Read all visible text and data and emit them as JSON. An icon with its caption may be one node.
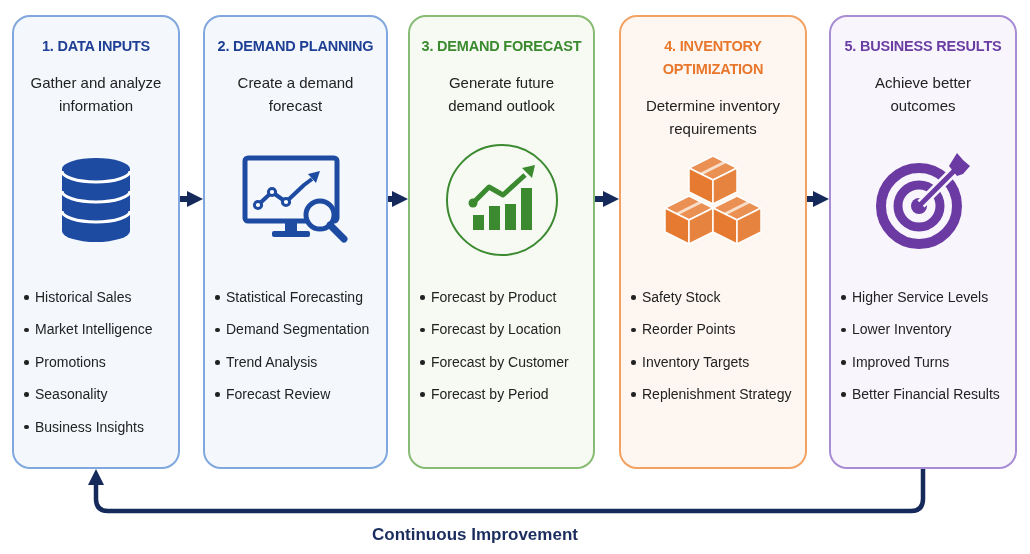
{
  "diagram": {
    "nodes": [
      {
        "text": [
          "1. DATA INPUTS",
          "Gather and analyze information",
          "Historical Sales",
          "Market Intelligence",
          "Promotions",
          "Seasonality",
          "Business Insights"
        ]
      },
      {
        "text": [
          "2. DEMAND PLANNING",
          "Create a demand forecast",
          "Statistical Forecasting",
          "Demand Segmentation",
          "Trend Analysis",
          "Forecast Review"
        ]
      },
      {
        "text": [
          "3. DEMAND FORECAST",
          "Generate future demand outlook",
          "Forecast by Product",
          "Forecast by Location",
          "Forecast by Customer",
          "Forecast by Period"
        ]
      },
      {
        "text": [
          "4. INVENTORY OPTIMIZATION",
          "Determine inventory requirements",
          "Safety Stock",
          "Reorder Points",
          "Inventory Targets",
          "Replenishment Strategy"
        ]
      },
      {
        "text": [
          "5. BUSINESS RESULTS",
          "Achieve better outcomes",
          "Higher Service Levels",
          "Lower Inventory",
          "Improved Turns",
          "Better Financial Results"
        ]
      }
    ],
    "edges": [
      {
        "from": 0,
        "to": 1,
        "arrow": "to"
      },
      {
        "from": 1,
        "to": 2,
        "arrow": "to"
      },
      {
        "from": 2,
        "to": 3,
        "arrow": "to"
      },
      {
        "from": 3,
        "to": 4,
        "arrow": "to"
      },
      {
        "from": 4,
        "to": 0,
        "arrow": "to",
        "label": "Continuous Improvement"
      }
    ]
  }
}
